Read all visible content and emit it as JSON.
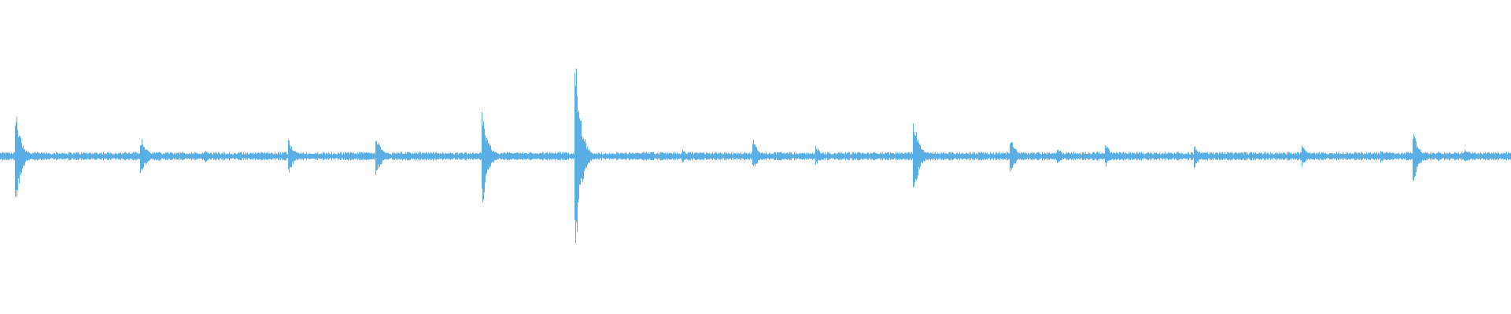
{
  "waveform": {
    "color": "#5aaee6",
    "background": "#ffffff",
    "baseline_level": 0.025,
    "peaks": [
      {
        "t": 0.0102,
        "up": 0.42,
        "down": 0.44
      },
      {
        "t": 0.0935,
        "up": 0.16,
        "down": 0.17
      },
      {
        "t": 0.136,
        "up": 0.05,
        "down": 0.05
      },
      {
        "t": 0.191,
        "up": 0.14,
        "down": 0.15
      },
      {
        "t": 0.249,
        "up": 0.18,
        "down": 0.16
      },
      {
        "t": 0.266,
        "up": 0.04,
        "down": 0.04
      },
      {
        "t": 0.3195,
        "up": 0.38,
        "down": 0.4
      },
      {
        "t": 0.381,
        "up": 0.78,
        "down": 0.8
      },
      {
        "t": 0.452,
        "up": 0.06,
        "down": 0.06
      },
      {
        "t": 0.4985,
        "up": 0.14,
        "down": 0.12
      },
      {
        "t": 0.54,
        "up": 0.09,
        "down": 0.08
      },
      {
        "t": 0.6045,
        "up": 0.34,
        "down": 0.36
      },
      {
        "t": 0.669,
        "up": 0.15,
        "down": 0.14
      },
      {
        "t": 0.7,
        "up": 0.07,
        "down": 0.06
      },
      {
        "t": 0.732,
        "up": 0.1,
        "down": 0.09
      },
      {
        "t": 0.7905,
        "up": 0.1,
        "down": 0.1
      },
      {
        "t": 0.862,
        "up": 0.09,
        "down": 0.09
      },
      {
        "t": 0.914,
        "up": 0.06,
        "down": 0.06
      },
      {
        "t": 0.9355,
        "up": 0.2,
        "down": 0.22
      },
      {
        "t": 0.952,
        "up": 0.05,
        "down": 0.05
      },
      {
        "t": 0.97,
        "up": 0.07,
        "down": 0.06
      }
    ]
  }
}
